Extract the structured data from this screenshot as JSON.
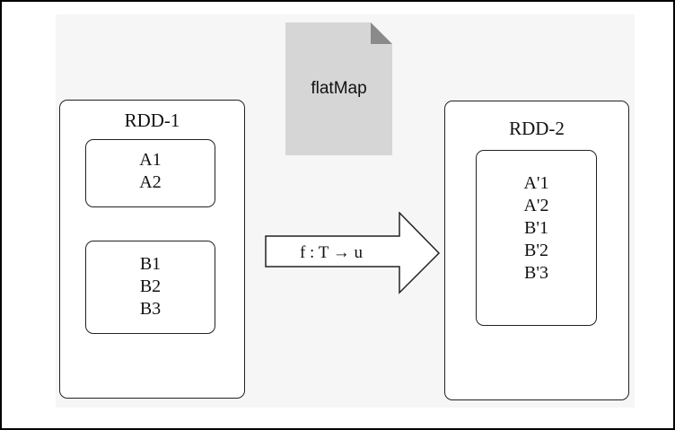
{
  "operation": {
    "name": "flatMap",
    "function_label": "f : T → u",
    "icon": "document-icon",
    "doc_fill": "#d6d6d6",
    "doc_fold_fill": "#8a8a8a"
  },
  "rdd1": {
    "title": "RDD-1",
    "partitions": [
      {
        "items": [
          "A1",
          "A2"
        ]
      },
      {
        "items": [
          "B1",
          "B2",
          "B3"
        ]
      }
    ]
  },
  "rdd2": {
    "title": "RDD-2",
    "partitions": [
      {
        "items": [
          "A'1",
          "A'2",
          "B'1",
          "B'2",
          "B'3"
        ]
      }
    ]
  },
  "colors": {
    "border": "#222222",
    "background": "#f6f6f6"
  }
}
